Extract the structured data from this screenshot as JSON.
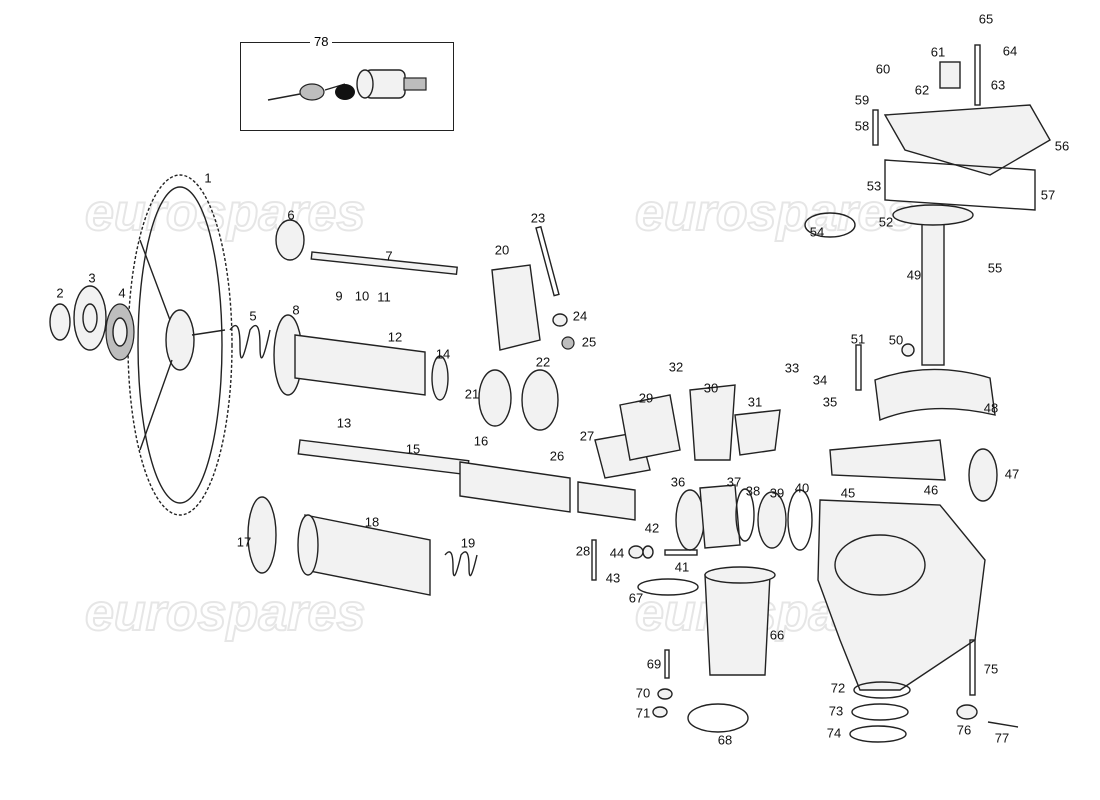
{
  "diagram": {
    "watermark": "eurospares",
    "inset": {
      "label": "78"
    },
    "part_labels": [
      "1",
      "2",
      "3",
      "4",
      "5",
      "6",
      "7",
      "8",
      "9",
      "10",
      "11",
      "12",
      "13",
      "14",
      "15",
      "16",
      "17",
      "18",
      "19",
      "20",
      "21",
      "22",
      "23",
      "24",
      "25",
      "26",
      "27",
      "28",
      "29",
      "30",
      "31",
      "32",
      "33",
      "34",
      "35",
      "36",
      "37",
      "38",
      "39",
      "40",
      "41",
      "42",
      "43",
      "44",
      "45",
      "46",
      "47",
      "48",
      "49",
      "50",
      "51",
      "52",
      "53",
      "54",
      "55",
      "56",
      "57",
      "58",
      "59",
      "60",
      "61",
      "62",
      "63",
      "64",
      "65",
      "66",
      "67",
      "68",
      "69",
      "70",
      "71",
      "72",
      "73",
      "74",
      "75",
      "76",
      "77"
    ]
  }
}
